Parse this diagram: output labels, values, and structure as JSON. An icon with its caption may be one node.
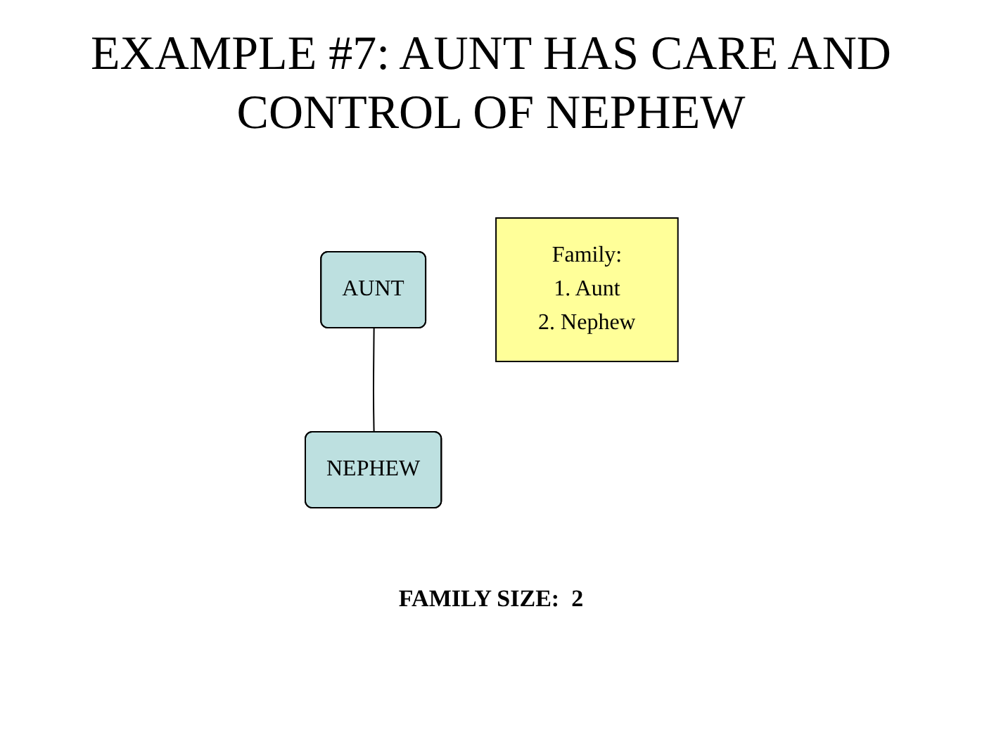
{
  "diagram": {
    "title": "EXAMPLE #7: AUNT HAS CARE AND CONTROL OF NEPHEW",
    "nodes": [
      {
        "text": [
          "AUNT"
        ]
      },
      {
        "text": [
          "NEPHEW"
        ]
      },
      {
        "text": [
          "Family:",
          "1. Aunt",
          "2. Nephew"
        ]
      }
    ],
    "edges": [
      {
        "from": 0,
        "to": 1,
        "arrow": "none"
      }
    ],
    "labels": [
      "FAMILY SIZE:  2"
    ]
  }
}
